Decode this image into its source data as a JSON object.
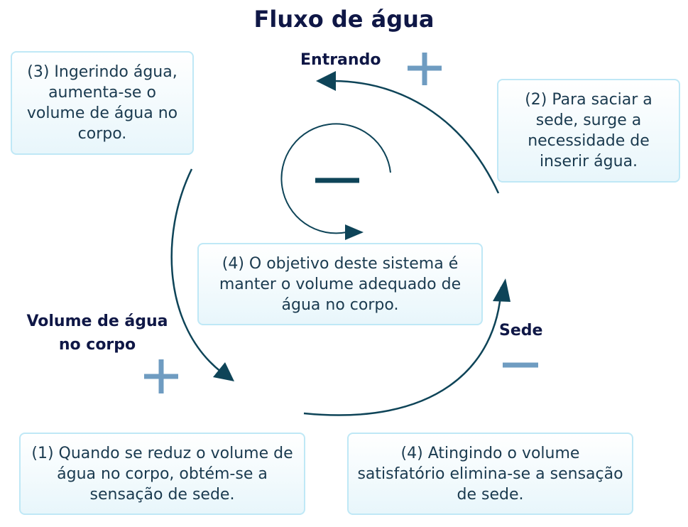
{
  "title": "Fluxo de água",
  "nodes": {
    "entrando": "Entrando",
    "sede": "Sede",
    "volume_line1": "Volume de água",
    "volume_line2": "no corpo"
  },
  "boxes": {
    "step3": "(3) Ingerindo água, aumenta-se o volume de água no corpo.",
    "step2": "(2) Para saciar a sede, surge a necessidade de inserir água.",
    "center": "(4) O objetivo deste sistema é manter o volume adequado de água no corpo.",
    "step1": "(1) Quando se reduz o volume de água no corpo, obtém-se a sensação de sede.",
    "step4": "(4) Atingindo o volume satisfatório elimina-se a sensação de sede."
  },
  "polarities": {
    "entrando": "+",
    "volume": "+",
    "sede": "−",
    "loop": "−"
  },
  "colors": {
    "arrow": "#0e4458",
    "polarity": "#6f9cc1",
    "title": "#0f1746",
    "box_border": "#bfe8f6"
  }
}
